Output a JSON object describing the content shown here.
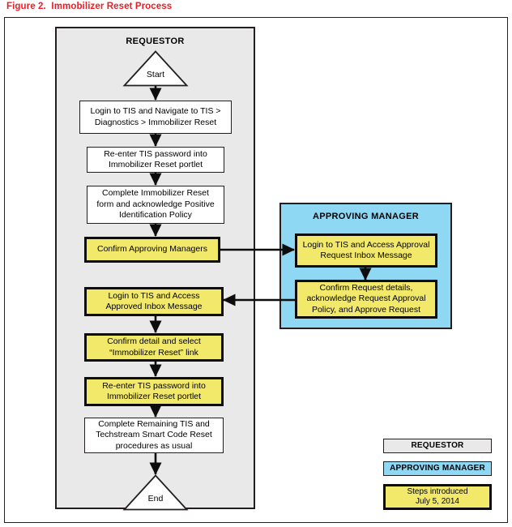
{
  "figure": {
    "title": "Figure 2.  Immobilizer Reset Process",
    "title_color": "#ee1c25"
  },
  "palette": {
    "requestor_lane": "#e9e9e9",
    "approving_manager_lane": "#8fd8f4",
    "highlight_step": "#f2e96b",
    "plain_step": "#ffffff",
    "stroke": "#231f20"
  },
  "lanes": [
    {
      "id": "requestor",
      "title": "REQUESTOR"
    },
    {
      "id": "approving-manager",
      "title": "APPROVING MANAGER"
    }
  ],
  "requestor": {
    "start": "Start",
    "end": "End",
    "steps": [
      {
        "label": "Login to TIS and Navigate to TIS >\nDiagnostics > Immobilizer Reset",
        "style": "plain"
      },
      {
        "label": "Re-enter TIS password into\nImmobilizer Reset portlet",
        "style": "plain"
      },
      {
        "label": "Complete Immobilizer Reset\nform and acknowledge Positive\nIdentification Policy",
        "style": "plain"
      },
      {
        "label": "Confirm Approving Managers",
        "style": "highlight"
      },
      {
        "label": "Login to TIS and Access\nApproved Inbox Message",
        "style": "highlight"
      },
      {
        "label": "Confirm detail and select\n“Immobilizer Reset” link",
        "style": "highlight"
      },
      {
        "label": "Re-enter TIS password into\nImmobilizer Reset portlet",
        "style": "highlight"
      },
      {
        "label": "Complete Remaining TIS and\nTechstream Smart Code Reset\nprocedures as usual",
        "style": "plain"
      }
    ]
  },
  "approving_manager": {
    "steps": [
      {
        "label": "Login to TIS and Access Approval\nRequest Inbox Message",
        "style": "highlight"
      },
      {
        "label": "Confirm Request details,\nacknowledge Request Approval\nPolicy, and Approve Request",
        "style": "highlight"
      }
    ]
  },
  "legend": {
    "items": [
      {
        "label": "REQUESTOR",
        "style": "swatch-gray"
      },
      {
        "label": "APPROVING MANAGER",
        "style": "swatch-blue"
      },
      {
        "label": "Steps introduced\nJuly 5, 2014",
        "style": "swatch-yellow"
      }
    ]
  }
}
